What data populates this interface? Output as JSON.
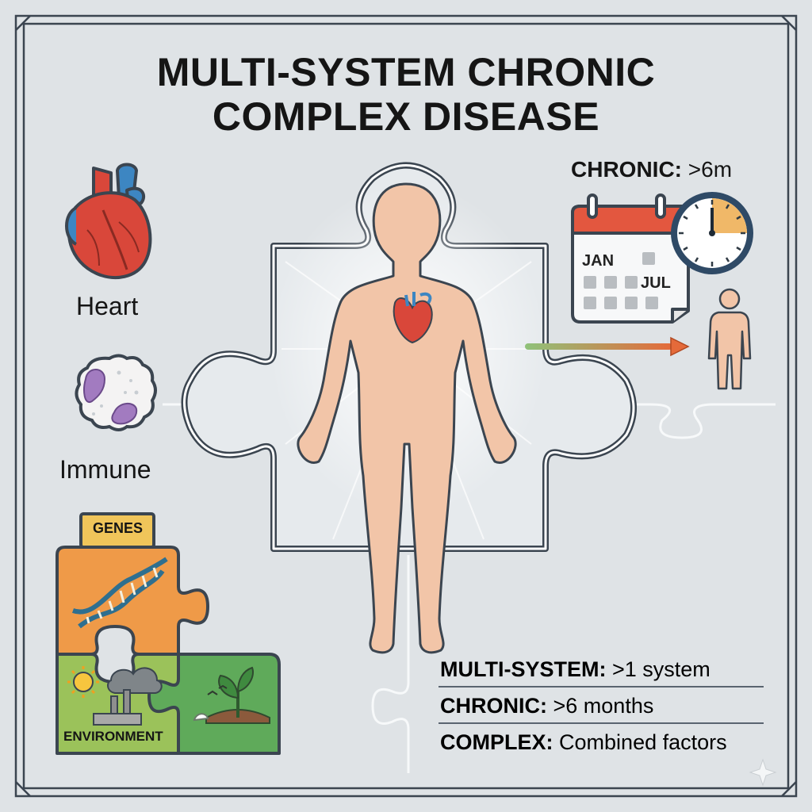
{
  "title": {
    "line1": "MULTI-SYSTEM CHRONIC",
    "line2": "COMPLEX DISEASE"
  },
  "chronic_header": {
    "term": "CHRONIC:",
    "value": ">6m"
  },
  "calendar": {
    "month_start": "JAN",
    "month_end": "JUL"
  },
  "systems": {
    "heart": "Heart",
    "immune": "Immune"
  },
  "factors": {
    "genes": "GENES",
    "environment": "ENVIRONMENT"
  },
  "definitions": [
    {
      "term": "MULTI-SYSTEM:",
      "text": ">1 system"
    },
    {
      "term": "CHRONIC:",
      "text": ">6 months"
    },
    {
      "term": "COMPLEX:",
      "text": "Combined factors"
    }
  ],
  "colors": {
    "background": "#dfe3e6",
    "frame": "#3b4550",
    "skin": "#f2c5a8",
    "heart_red": "#d9473a",
    "vessel_blue": "#3d86c2",
    "genes_orange": "#ef9a48",
    "env_green_light": "#9bc25a",
    "env_green_dark": "#5faa5a",
    "calendar_red": "#e3573f",
    "clock_accent": "#f0b868"
  }
}
